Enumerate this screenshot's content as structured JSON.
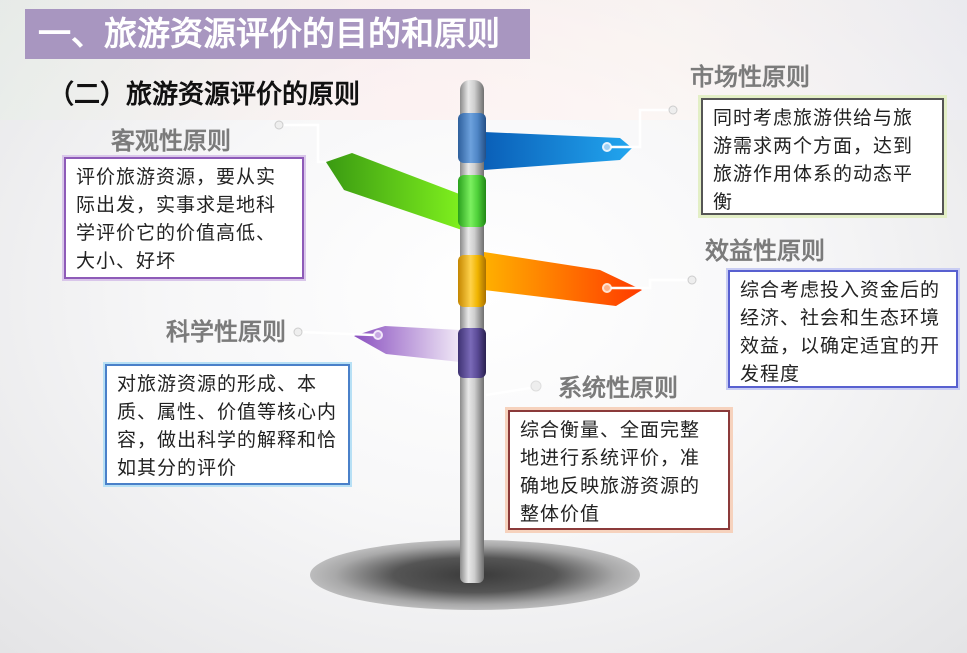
{
  "header": {
    "title": "一、旅游资源评价的目的和原则",
    "subtitle": "（二）旅游资源评价的原则"
  },
  "principles": {
    "objective": {
      "title": "客观性原则",
      "text": "评价旅游资源，要从实际出发，实事求是地科学评价它的价值高低、大小、好坏",
      "color": "#5fc21a"
    },
    "market": {
      "title": "市场性原则",
      "text": "同时考虑旅游供给与旅游需求两个方面，达到旅游作用体系的动态平衡",
      "color": "#1f7fd6"
    },
    "benefit": {
      "title": "效益性原则",
      "text": "综合考虑投入资金后的经济、社会和生态环境效益，以确定适宜的开发程度",
      "color": "#ff6a00"
    },
    "scientific": {
      "title": "科学性原则",
      "text": "对旅游资源的形成、本质、属性、价值等核心内容，做出科学的解释和恰如其分的评价",
      "color": "#8a5cc0"
    },
    "systematic": {
      "title": "系统性原则",
      "text": "综合衡量、全面完整地进行系统评价，准确地反映旅游资源的整体价值",
      "color": "#9a9a9a"
    }
  },
  "signpost": {
    "collar_colors": [
      "#4f86c6",
      "#4fd13a",
      "#f0b400",
      "#5a4a96"
    ]
  }
}
